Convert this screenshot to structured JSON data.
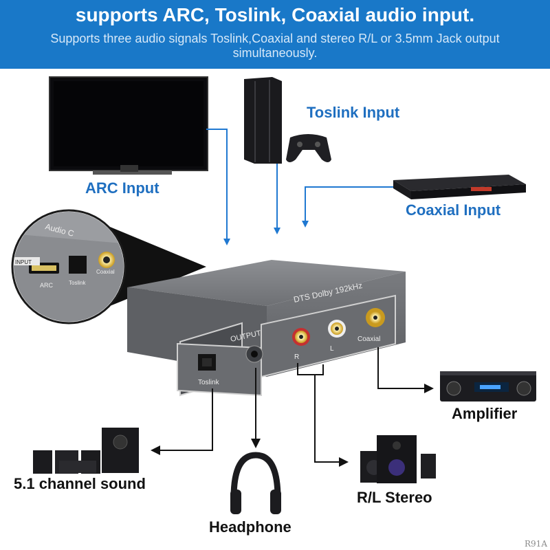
{
  "banner": {
    "title": "supports ARC, Toslink, Coaxial audio input.",
    "subtitle": "Supports three audio signals Toslink,Coaxial and stereo R/L or 3.5mm Jack output simultaneously."
  },
  "inputs": {
    "arc": "ARC Input",
    "toslink": "Toslink Input",
    "coaxial": "Coaxial Input"
  },
  "outputs": {
    "amplifier": "Amplifier",
    "surround": "5.1 channel sound",
    "stereo": "R/L Stereo",
    "headphone": "Headphone"
  },
  "device": {
    "top_print": "DTS Dolby 192kHz",
    "output_label": "OUTPUT",
    "toslink_port": "Toslink",
    "coaxial_port": "Coaxial",
    "r_port": "R",
    "l_port": "L"
  },
  "inset": {
    "brand": "Audio C",
    "input_label": "INPUT",
    "arc_port": "ARC",
    "toslink_port": "Toslink",
    "coaxial_port": "Coaxial"
  },
  "watermark": "R91A",
  "colors": {
    "banner": "#1978c8",
    "input_arrow": "#1f78d1",
    "input_label": "#1f6fc0",
    "output_arrow": "#111111"
  }
}
